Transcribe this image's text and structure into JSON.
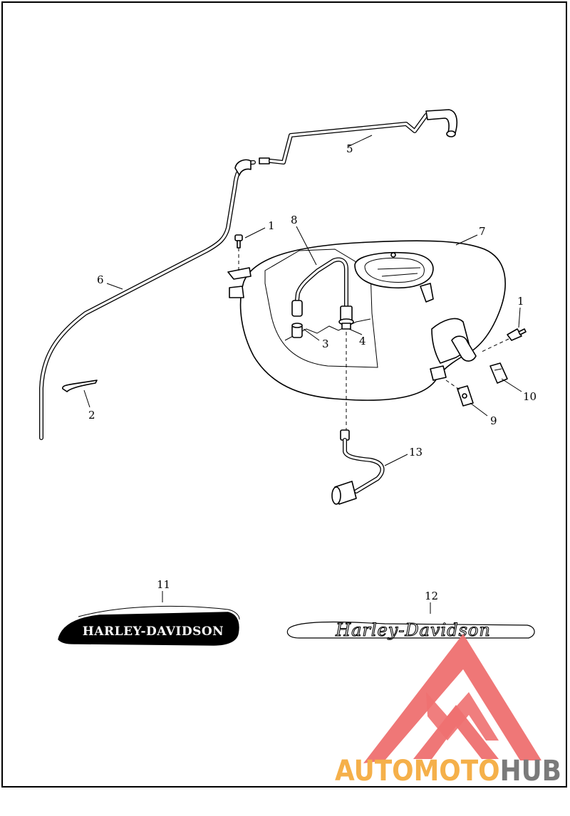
{
  "callouts": {
    "c1a": "1",
    "c1b": "1",
    "c2": "2",
    "c3": "3",
    "c4": "4",
    "c5": "5",
    "c6": "6",
    "c7": "7",
    "c8": "8",
    "c9": "9",
    "c10": "10",
    "c11": "11",
    "c12": "12",
    "c13": "13"
  },
  "badge_text": "HARLEY-DAVIDSON",
  "script_badge_text": "Harley-Davidson",
  "watermark": {
    "part1": "AUTO",
    "part2": "MOTO",
    "part3": "HUB",
    "color_orange": "#f5b04a",
    "color_gray": "#7a7a7a",
    "color_red": "#ee7070"
  }
}
